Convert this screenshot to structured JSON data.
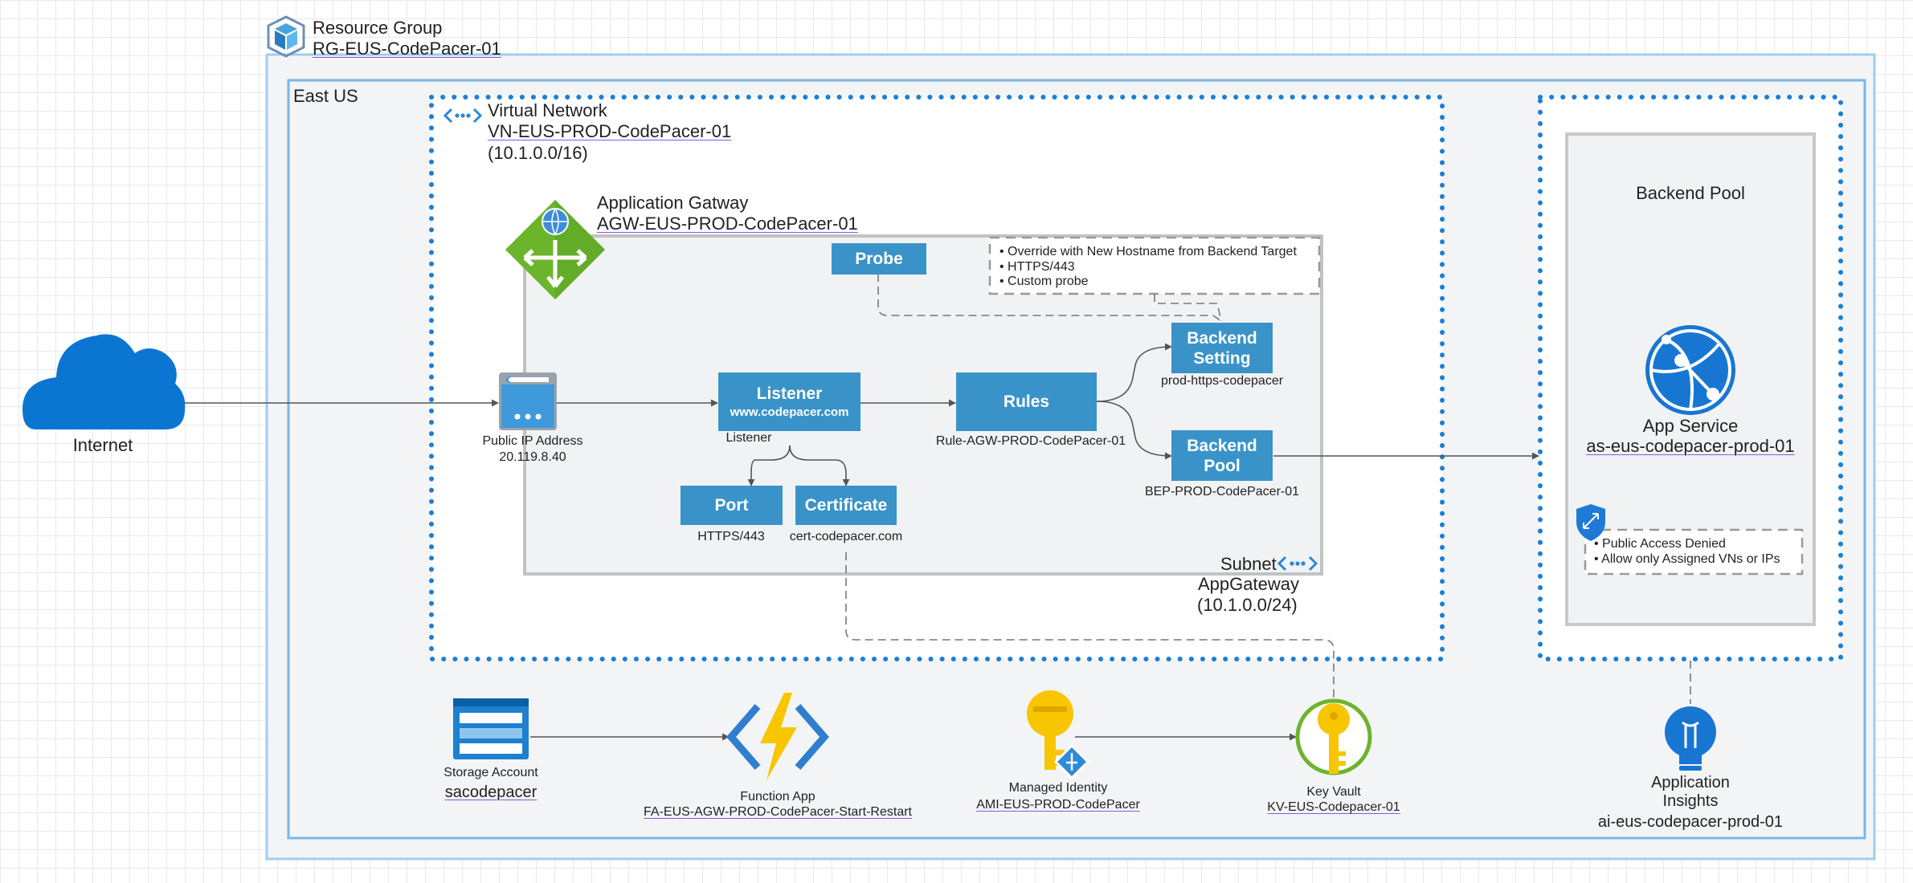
{
  "resource_group": {
    "title": "Resource Group",
    "name": "RG-EUS-CodePacer-01"
  },
  "region": {
    "label": "East US"
  },
  "internet": {
    "label": "Internet"
  },
  "vnet": {
    "title": "Virtual Network",
    "name": "VN-EUS-PROD-CodePacer-01",
    "cidr": "(10.1.0.0/16)"
  },
  "app_gateway": {
    "title": "Application Gatway",
    "name": "AGW-EUS-PROD-CodePacer-01"
  },
  "public_ip": {
    "title": "Public IP Address",
    "value": "20.119.8.40"
  },
  "probe": {
    "label": "Probe"
  },
  "probe_notes": [
    "Override with New Hostname from Backend Target",
    "HTTPS/443",
    "Custom probe"
  ],
  "listener": {
    "label": "Listener",
    "host": "www.codepacer.com",
    "caption": "Listener"
  },
  "port": {
    "label": "Port",
    "caption": "HTTPS/443"
  },
  "certificate": {
    "label": "Certificate",
    "caption": "cert-codepacer.com"
  },
  "rules": {
    "label": "Rules",
    "caption": "Rule-AGW-PROD-CodePacer-01"
  },
  "backend_setting": {
    "label_line1": "Backend",
    "label_line2": "Setting",
    "caption": "prod-https-codepacer"
  },
  "backend_pool_box": {
    "label_line1": "Backend",
    "label_line2": "Pool",
    "caption": "BEP-PROD-CodePacer-01"
  },
  "subnet": {
    "title": "Subnet",
    "name": "AppGateway",
    "cidr": "(10.1.0.0/24)"
  },
  "backend_pool_panel": {
    "title": "Backend Pool"
  },
  "app_service": {
    "title": "App Service",
    "name": "as-eus-codepacer-prod-01"
  },
  "access_notes": [
    "Public Access Denied",
    "Allow only Assigned VNs or IPs"
  ],
  "storage": {
    "title": "Storage Account",
    "name": "sacodepacer"
  },
  "function_app": {
    "title": "Function App",
    "name": "FA-EUS-AGW-PROD-CodePacer-Start-Restart"
  },
  "managed_identity": {
    "title": "Managed Identity",
    "name": "AMI-EUS-PROD-CodePacer"
  },
  "key_vault": {
    "title": "Key Vault",
    "name": "KV-EUS-Codepacer-01"
  },
  "app_insights": {
    "title_line1": "Application",
    "title_line2": "Insights",
    "name": "ai-eus-codepacer-prod-01"
  },
  "colors": {
    "azure_blue": "#0078d4",
    "box_blue": "#3a93c8",
    "gateway_green": "#6bb52d",
    "key_yellow": "#f7c600",
    "outline_blue": "#7fb7e6"
  },
  "icons": [
    "cube-icon",
    "cloud-icon",
    "vnet-icon",
    "gateway-icon",
    "public-ip-icon",
    "subnet-icon",
    "app-service-icon",
    "shield-icon",
    "storage-icon",
    "function-icon",
    "managed-identity-icon",
    "key-vault-icon",
    "insights-icon"
  ]
}
